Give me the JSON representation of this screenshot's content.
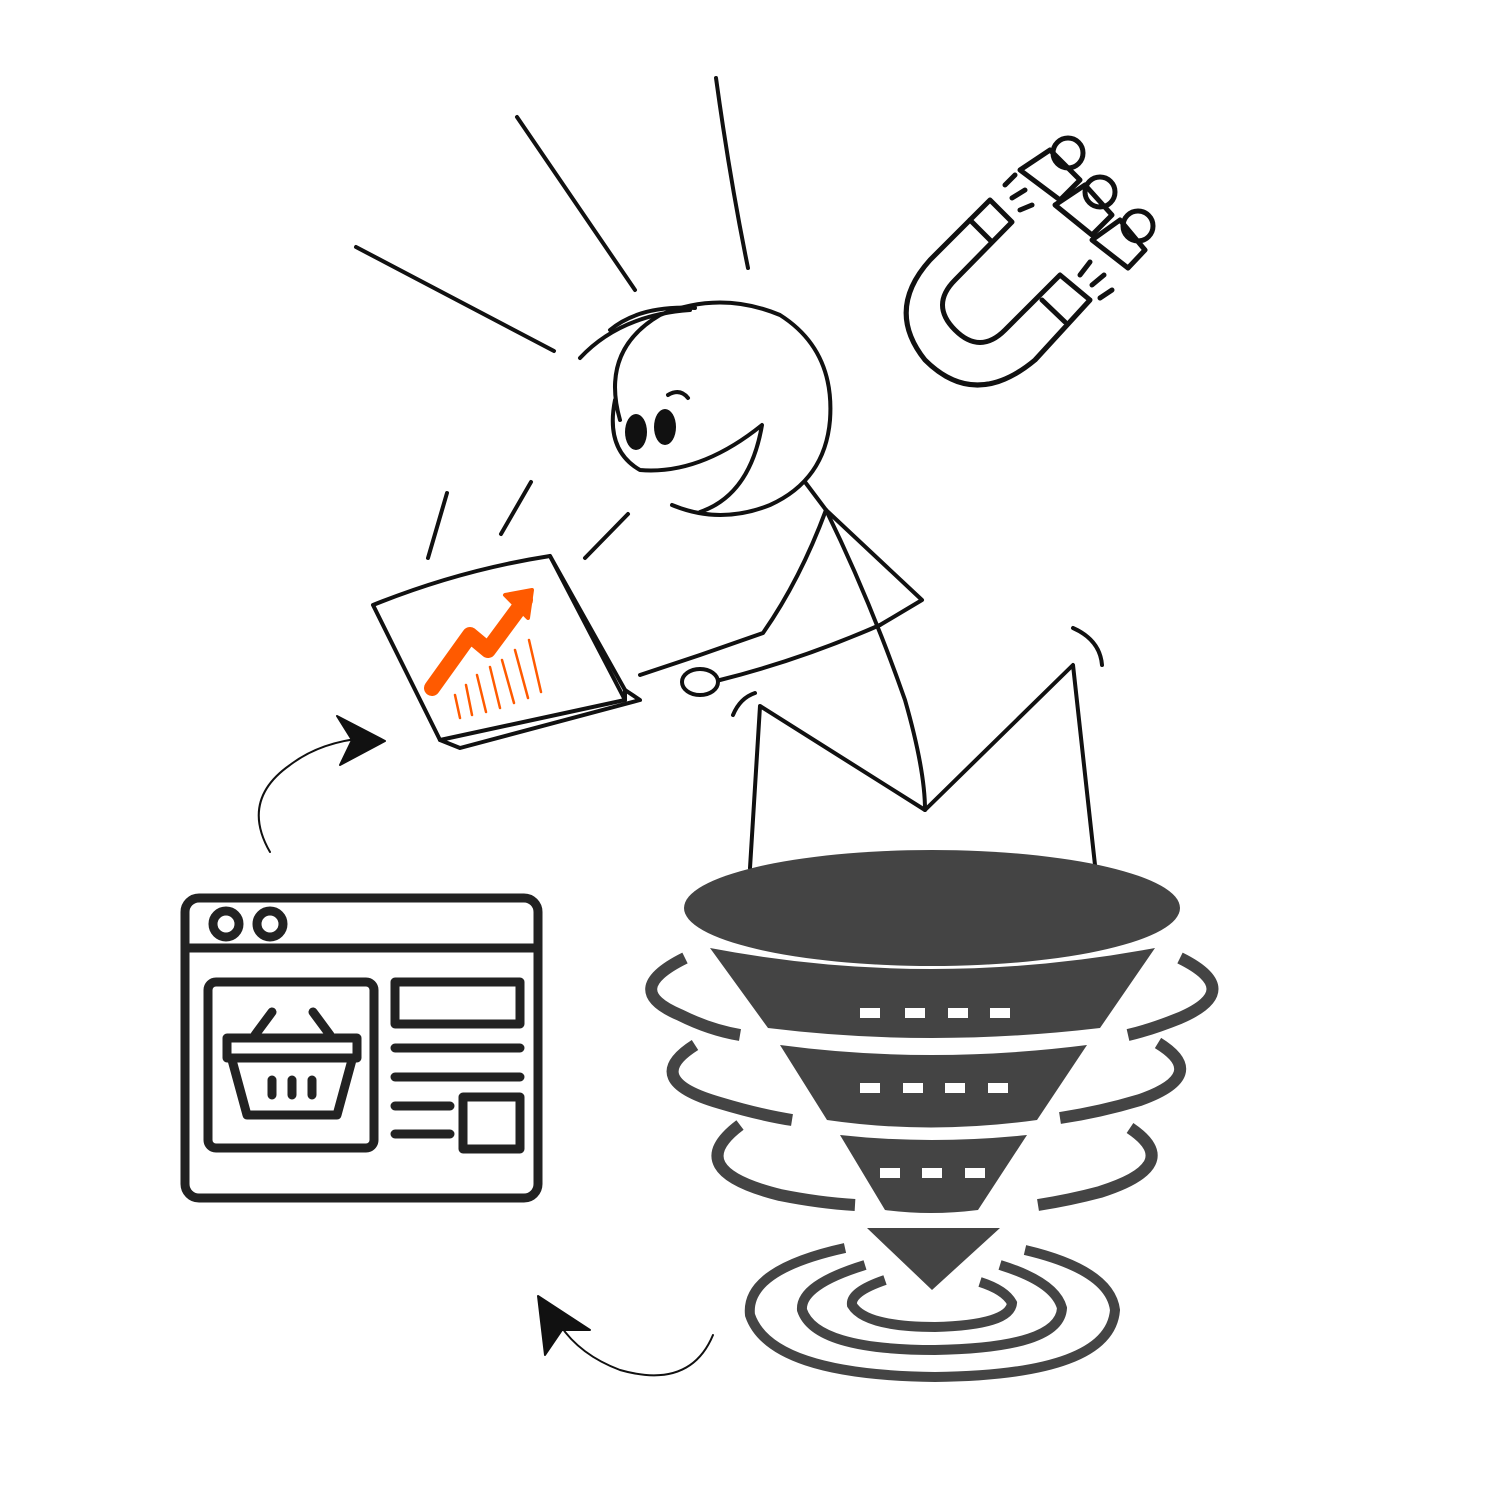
{
  "colors": {
    "background": "#ffffff",
    "ink": "#111111",
    "funnel": "#444444",
    "accent": "#ff5a00"
  },
  "icons": [
    "stick-figure",
    "laptop-growth-chart",
    "magnet-attracting-people",
    "browser-shopping-basket",
    "sales-funnel",
    "target-rings",
    "curved-arrow"
  ]
}
